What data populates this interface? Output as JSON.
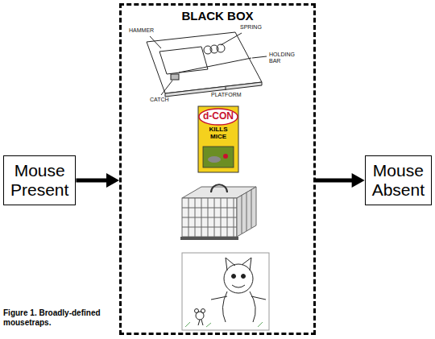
{
  "diagram": {
    "caption": "Figure 1. Broadly-defined mousetraps.",
    "nodes": [
      {
        "text": [
          "Mouse Present"
        ]
      },
      {
        "text": [
          "BLACK BOX"
        ]
      },
      {
        "text": [
          "Mouse Absent"
        ]
      }
    ],
    "edges": [
      {
        "from": 0,
        "to": 1,
        "arrow": "to"
      },
      {
        "from": 1,
        "to": 2,
        "arrow": "to"
      }
    ],
    "labels": [
      "HAMMER",
      "SPRING",
      "HOLDING BAR",
      "CATCH",
      "PLATFORM",
      "d-CON",
      "KILLS MICE"
    ]
  }
}
